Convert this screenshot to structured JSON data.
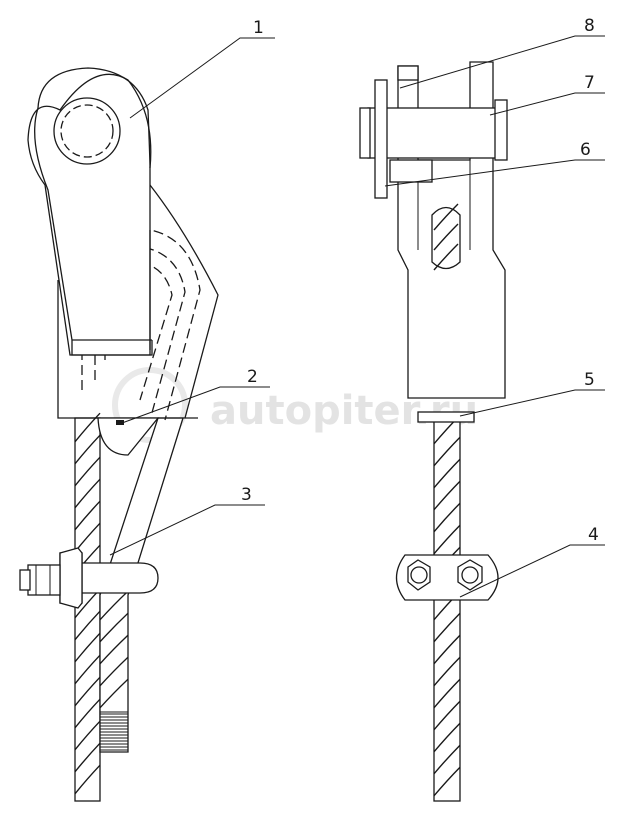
{
  "watermark": "autopiter.ru",
  "callouts": [
    {
      "id": "1",
      "label": "1"
    },
    {
      "id": "2",
      "label": "2"
    },
    {
      "id": "3",
      "label": "3"
    },
    {
      "id": "4",
      "label": "4"
    },
    {
      "id": "5",
      "label": "5"
    },
    {
      "id": "6",
      "label": "6"
    },
    {
      "id": "7",
      "label": "7"
    },
    {
      "id": "8",
      "label": "8"
    }
  ]
}
